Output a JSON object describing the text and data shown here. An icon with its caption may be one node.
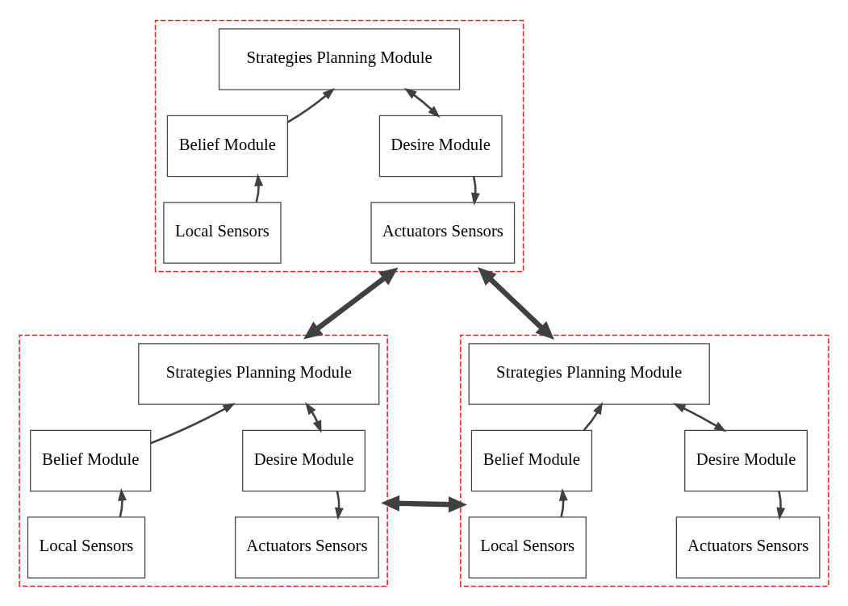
{
  "diagram": {
    "nodes": [
      {
        "text": [],
        "shape": "box"
      },
      {
        "text": [
          "Strategies Planning Module"
        ],
        "in": 0
      },
      {
        "text": [
          "Belief Module"
        ],
        "in": 0
      },
      {
        "text": [
          "Desire Module"
        ],
        "in": 0
      },
      {
        "text": [
          "Local Sensors"
        ],
        "in": 0
      },
      {
        "text": [
          "Actuators Sensors"
        ],
        "in": 0
      },
      {
        "text": [],
        "shape": "box"
      },
      {
        "text": [
          "Strategies Planning Module"
        ],
        "in": 6
      },
      {
        "text": [
          "Belief Module"
        ],
        "in": 6
      },
      {
        "text": [
          "Desire Module"
        ],
        "in": 6
      },
      {
        "text": [
          "Local Sensors"
        ],
        "in": 6
      },
      {
        "text": [
          "Actuators Sensors"
        ],
        "in": 6
      },
      {
        "text": [],
        "shape": "box"
      },
      {
        "text": [
          "Strategies Planning Module"
        ],
        "in": 12
      },
      {
        "text": [
          "Belief Module"
        ],
        "in": 12
      },
      {
        "text": [
          "Desire Module"
        ],
        "in": 12
      },
      {
        "text": [
          "Local Sensors"
        ],
        "in": 12
      },
      {
        "text": [
          "Actuators Sensors"
        ],
        "in": 12
      }
    ],
    "edges": [
      {
        "from": 2,
        "to": 1,
        "arrow": "to"
      },
      {
        "from": 4,
        "to": 2,
        "arrow": "to"
      },
      {
        "from": 1,
        "to": 3,
        "arrow": "both"
      },
      {
        "from": 3,
        "to": 5,
        "arrow": "to"
      },
      {
        "from": 8,
        "to": 7,
        "arrow": "to"
      },
      {
        "from": 10,
        "to": 8,
        "arrow": "to"
      },
      {
        "from": 7,
        "to": 9,
        "arrow": "both"
      },
      {
        "from": 9,
        "to": 11,
        "arrow": "to"
      },
      {
        "from": 14,
        "to": 13,
        "arrow": "to"
      },
      {
        "from": 16,
        "to": 14,
        "arrow": "to"
      },
      {
        "from": 13,
        "to": 15,
        "arrow": "both"
      },
      {
        "from": 15,
        "to": 17,
        "arrow": "to"
      },
      {
        "from": 0,
        "to": 6,
        "arrow": "both",
        "style": "thick"
      },
      {
        "from": 0,
        "to": 12,
        "arrow": "both",
        "style": "thick"
      },
      {
        "from": 6,
        "to": 12,
        "arrow": "both",
        "style": "thick"
      }
    ]
  }
}
